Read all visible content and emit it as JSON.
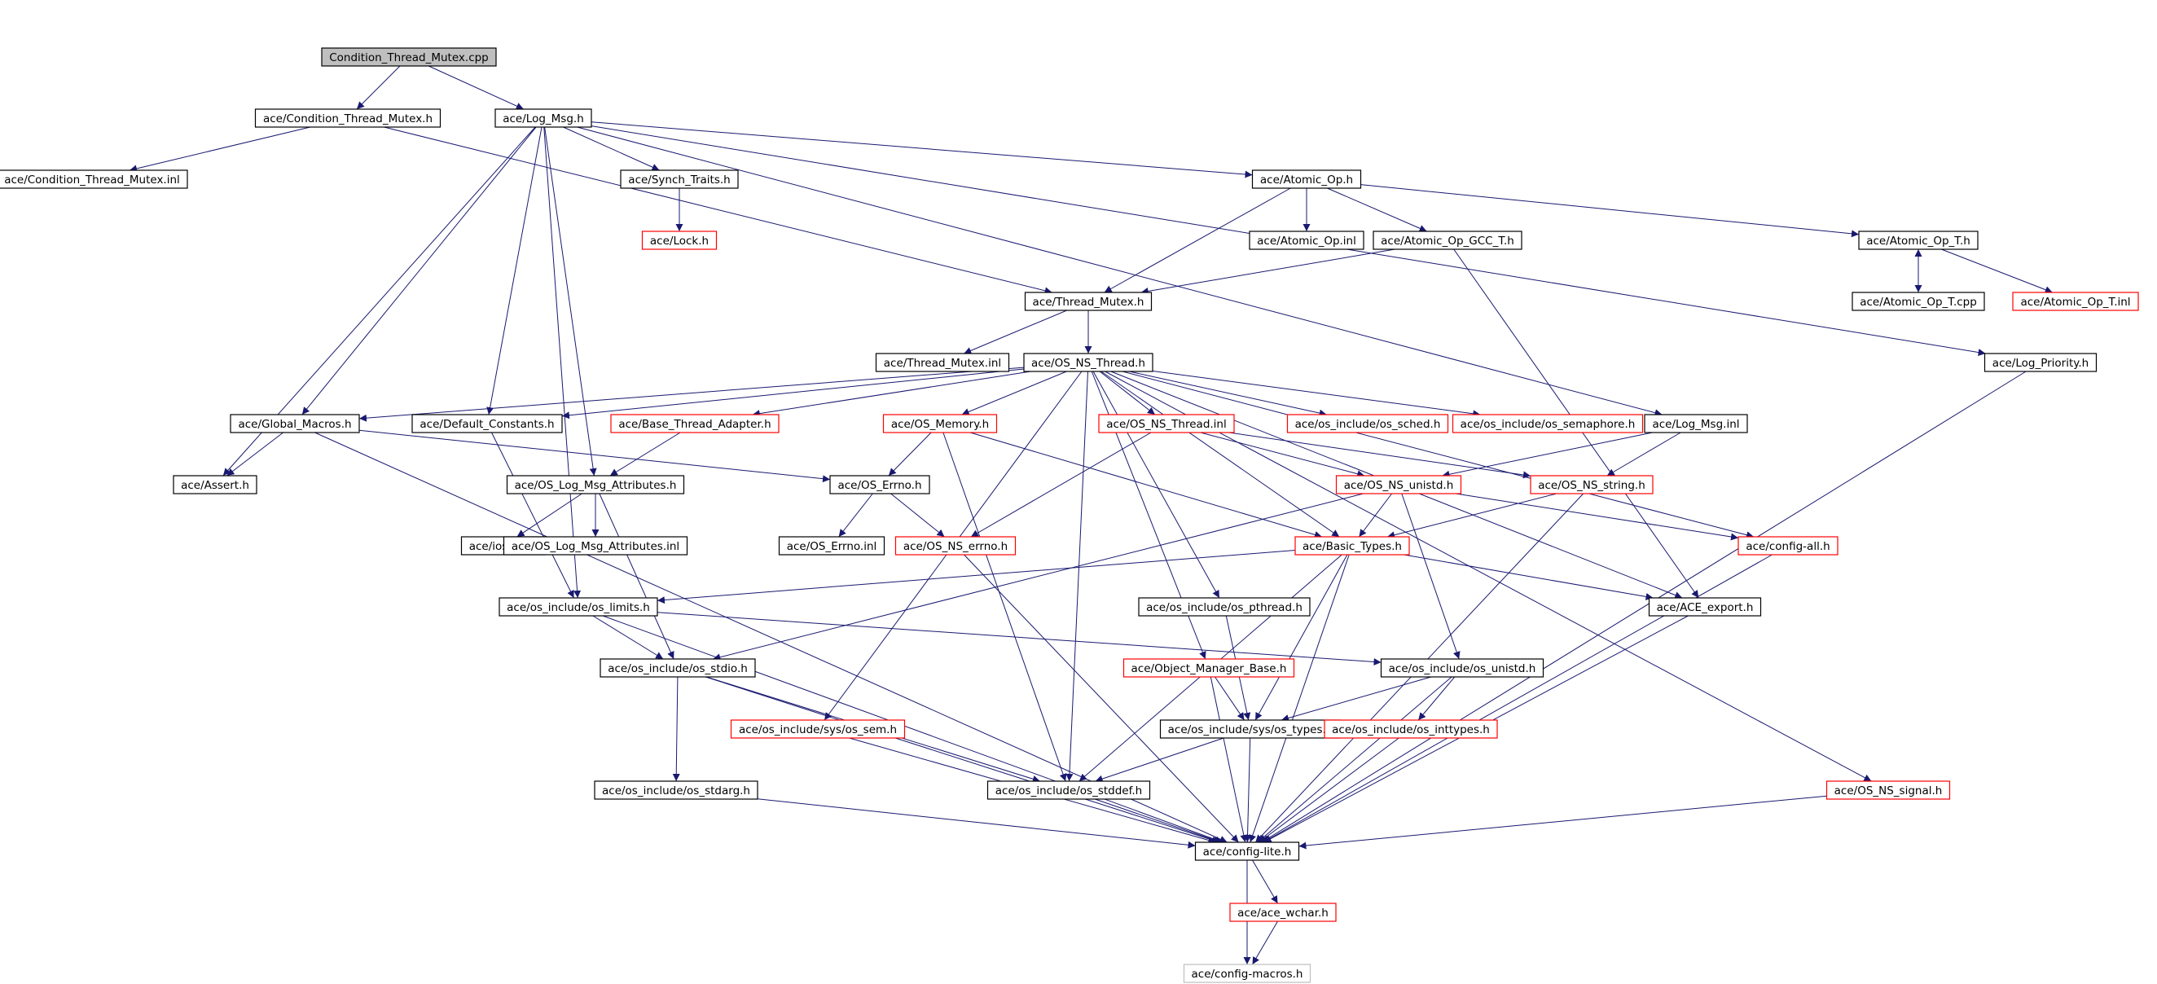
{
  "colors": {
    "background": "#ffffff",
    "edge": "#191970",
    "border_documented": "#000000",
    "border_undocumented": "#ff0000",
    "border_truncated": "#bfbfbf",
    "root_fill": "#bfbfbf",
    "node_fill": "#ffffff",
    "text": "#000000"
  },
  "nodes": [
    {
      "id": "root",
      "label": "Condition_Thread_Mutex.cpp",
      "style": "root"
    },
    {
      "id": "ctm_h",
      "label": "ace/Condition_Thread_Mutex.h",
      "style": "doc"
    },
    {
      "id": "logmsg_h",
      "label": "ace/Log_Msg.h",
      "style": "doc"
    },
    {
      "id": "ctm_inl",
      "label": "ace/Condition_Thread_Mutex.inl",
      "style": "doc"
    },
    {
      "id": "synch_traits",
      "label": "ace/Synch_Traits.h",
      "style": "doc"
    },
    {
      "id": "atomic_op_h",
      "label": "ace/Atomic_Op.h",
      "style": "doc"
    },
    {
      "id": "lock_h",
      "label": "ace/Lock.h",
      "style": "undoc"
    },
    {
      "id": "atomic_op_inl",
      "label": "ace/Atomic_Op.inl",
      "style": "doc"
    },
    {
      "id": "atomic_gcc",
      "label": "ace/Atomic_Op_GCC_T.h",
      "style": "doc"
    },
    {
      "id": "atomic_op_t_h",
      "label": "ace/Atomic_Op_T.h",
      "style": "doc"
    },
    {
      "id": "thread_mutex_h",
      "label": "ace/Thread_Mutex.h",
      "style": "doc"
    },
    {
      "id": "atomic_op_t_cpp",
      "label": "ace/Atomic_Op_T.cpp",
      "style": "doc"
    },
    {
      "id": "atomic_op_t_inl",
      "label": "ace/Atomic_Op_T.inl",
      "style": "undoc"
    },
    {
      "id": "thread_mutex_inl",
      "label": "ace/Thread_Mutex.inl",
      "style": "doc"
    },
    {
      "id": "os_ns_thread_h",
      "label": "ace/OS_NS_Thread.h",
      "style": "doc"
    },
    {
      "id": "log_priority",
      "label": "ace/Log_Priority.h",
      "style": "doc"
    },
    {
      "id": "global_macros",
      "label": "ace/Global_Macros.h",
      "style": "doc"
    },
    {
      "id": "default_constants",
      "label": "ace/Default_Constants.h",
      "style": "doc"
    },
    {
      "id": "base_thread_adapter",
      "label": "ace/Base_Thread_Adapter.h",
      "style": "undoc"
    },
    {
      "id": "os_memory",
      "label": "ace/OS_Memory.h",
      "style": "undoc"
    },
    {
      "id": "os_ns_thread_inl",
      "label": "ace/OS_NS_Thread.inl",
      "style": "undoc"
    },
    {
      "id": "os_sched",
      "label": "ace/os_include/os_sched.h",
      "style": "undoc"
    },
    {
      "id": "os_semaphore",
      "label": "ace/os_include/os_semaphore.h",
      "style": "undoc"
    },
    {
      "id": "log_msg_inl",
      "label": "ace/Log_Msg.inl",
      "style": "doc"
    },
    {
      "id": "assert_h",
      "label": "ace/Assert.h",
      "style": "doc"
    },
    {
      "id": "os_log_msg_attr",
      "label": "ace/OS_Log_Msg_Attributes.h",
      "style": "doc"
    },
    {
      "id": "os_errno",
      "label": "ace/OS_Errno.h",
      "style": "doc"
    },
    {
      "id": "os_ns_unistd",
      "label": "ace/OS_NS_unistd.h",
      "style": "undoc"
    },
    {
      "id": "os_ns_string",
      "label": "ace/OS_NS_string.h",
      "style": "undoc"
    },
    {
      "id": "iosfwd",
      "label": "ace/iosfwd.h",
      "style": "doc"
    },
    {
      "id": "os_log_msg_attr_inl",
      "label": "ace/OS_Log_Msg_Attributes.inl",
      "style": "doc"
    },
    {
      "id": "os_errno_inl",
      "label": "ace/OS_Errno.inl",
      "style": "doc"
    },
    {
      "id": "os_ns_errno",
      "label": "ace/OS_NS_errno.h",
      "style": "undoc"
    },
    {
      "id": "basic_types",
      "label": "ace/Basic_Types.h",
      "style": "undoc"
    },
    {
      "id": "config_all",
      "label": "ace/config-all.h",
      "style": "undoc"
    },
    {
      "id": "os_limits",
      "label": "ace/os_include/os_limits.h",
      "style": "doc"
    },
    {
      "id": "os_pthread",
      "label": "ace/os_include/os_pthread.h",
      "style": "doc"
    },
    {
      "id": "ace_export",
      "label": "ace/ACE_export.h",
      "style": "doc"
    },
    {
      "id": "os_stdio",
      "label": "ace/os_include/os_stdio.h",
      "style": "doc"
    },
    {
      "id": "object_manager_base",
      "label": "ace/Object_Manager_Base.h",
      "style": "undoc"
    },
    {
      "id": "os_unistd",
      "label": "ace/os_include/os_unistd.h",
      "style": "doc"
    },
    {
      "id": "os_sem",
      "label": "ace/os_include/sys/os_sem.h",
      "style": "undoc"
    },
    {
      "id": "os_types",
      "label": "ace/os_include/sys/os_types.h",
      "style": "doc"
    },
    {
      "id": "os_inttypes",
      "label": "ace/os_include/os_inttypes.h",
      "style": "undoc"
    },
    {
      "id": "os_stdarg",
      "label": "ace/os_include/os_stdarg.h",
      "style": "doc"
    },
    {
      "id": "os_stddef",
      "label": "ace/os_include/os_stddef.h",
      "style": "doc"
    },
    {
      "id": "os_ns_signal",
      "label": "ace/OS_NS_signal.h",
      "style": "undoc"
    },
    {
      "id": "config_lite",
      "label": "ace/config-lite.h",
      "style": "doc"
    },
    {
      "id": "ace_wchar",
      "label": "ace/ace_wchar.h",
      "style": "undoc"
    },
    {
      "id": "config_macros",
      "label": "ace/config-macros.h",
      "style": "trunc"
    }
  ],
  "edges": [
    [
      "root",
      "ctm_h"
    ],
    [
      "root",
      "logmsg_h"
    ],
    [
      "ctm_h",
      "ctm_inl"
    ],
    [
      "ctm_h",
      "thread_mutex_h"
    ],
    [
      "logmsg_h",
      "synch_traits"
    ],
    [
      "logmsg_h",
      "atomic_op_h"
    ],
    [
      "logmsg_h",
      "log_priority"
    ],
    [
      "logmsg_h",
      "global_macros"
    ],
    [
      "logmsg_h",
      "default_constants"
    ],
    [
      "logmsg_h",
      "assert_h"
    ],
    [
      "logmsg_h",
      "os_log_msg_attr"
    ],
    [
      "logmsg_h",
      "os_limits"
    ],
    [
      "logmsg_h",
      "log_msg_inl"
    ],
    [
      "synch_traits",
      "lock_h"
    ],
    [
      "atomic_op_h",
      "thread_mutex_h"
    ],
    [
      "atomic_op_h",
      "atomic_op_inl"
    ],
    [
      "atomic_op_h",
      "atomic_gcc"
    ],
    [
      "atomic_op_h",
      "atomic_op_t_h"
    ],
    [
      "atomic_gcc",
      "thread_mutex_h"
    ],
    [
      "atomic_gcc",
      "ace_export"
    ],
    [
      "atomic_op_t_h",
      "atomic_op_t_cpp"
    ],
    [
      "atomic_op_t_cpp",
      "atomic_op_t_h"
    ],
    [
      "atomic_op_t_h",
      "atomic_op_t_inl"
    ],
    [
      "thread_mutex_h",
      "thread_mutex_inl"
    ],
    [
      "thread_mutex_h",
      "os_ns_thread_h"
    ],
    [
      "os_ns_thread_h",
      "global_macros"
    ],
    [
      "os_ns_thread_h",
      "default_constants"
    ],
    [
      "os_ns_thread_h",
      "base_thread_adapter"
    ],
    [
      "os_ns_thread_h",
      "os_memory"
    ],
    [
      "os_ns_thread_h",
      "os_ns_thread_inl"
    ],
    [
      "os_ns_thread_h",
      "os_sched"
    ],
    [
      "os_ns_thread_h",
      "os_semaphore"
    ],
    [
      "os_ns_thread_h",
      "config_all"
    ],
    [
      "os_ns_thread_h",
      "ace_export"
    ],
    [
      "os_ns_thread_h",
      "os_ns_signal"
    ],
    [
      "os_ns_thread_h",
      "basic_types"
    ],
    [
      "os_ns_thread_h",
      "os_pthread"
    ],
    [
      "os_ns_thread_h",
      "object_manager_base"
    ],
    [
      "os_ns_thread_h",
      "os_sem"
    ],
    [
      "os_ns_thread_h",
      "os_stddef"
    ],
    [
      "log_priority",
      "config_lite"
    ],
    [
      "global_macros",
      "assert_h"
    ],
    [
      "global_macros",
      "os_errno"
    ],
    [
      "global_macros",
      "config_lite"
    ],
    [
      "default_constants",
      "os_limits"
    ],
    [
      "base_thread_adapter",
      "os_log_msg_attr"
    ],
    [
      "os_memory",
      "os_errno"
    ],
    [
      "os_memory",
      "basic_types"
    ],
    [
      "os_memory",
      "os_stddef"
    ],
    [
      "os_ns_thread_inl",
      "os_ns_unistd"
    ],
    [
      "os_ns_thread_inl",
      "os_ns_errno"
    ],
    [
      "os_ns_thread_inl",
      "os_ns_string"
    ],
    [
      "log_msg_inl",
      "os_ns_unistd"
    ],
    [
      "log_msg_inl",
      "os_ns_string"
    ],
    [
      "os_log_msg_attr",
      "iosfwd"
    ],
    [
      "os_log_msg_attr",
      "os_log_msg_attr_inl"
    ],
    [
      "os_log_msg_attr",
      "os_stdio"
    ],
    [
      "os_errno",
      "os_errno_inl"
    ],
    [
      "os_errno",
      "os_ns_errno"
    ],
    [
      "os_ns_unistd",
      "basic_types"
    ],
    [
      "os_ns_unistd",
      "config_all"
    ],
    [
      "os_ns_unistd",
      "os_unistd"
    ],
    [
      "os_ns_unistd",
      "os_stdio"
    ],
    [
      "os_ns_string",
      "basic_types"
    ],
    [
      "os_ns_string",
      "config_lite"
    ],
    [
      "os_ns_errno",
      "config_lite"
    ],
    [
      "basic_types",
      "os_limits"
    ],
    [
      "basic_types",
      "ace_export"
    ],
    [
      "basic_types",
      "os_types"
    ],
    [
      "basic_types",
      "os_stddef"
    ],
    [
      "basic_types",
      "config_lite"
    ],
    [
      "config_all",
      "config_lite"
    ],
    [
      "os_limits",
      "os_stdio"
    ],
    [
      "os_limits",
      "os_unistd"
    ],
    [
      "os_limits",
      "config_lite"
    ],
    [
      "os_pthread",
      "os_types"
    ],
    [
      "ace_export",
      "config_lite"
    ],
    [
      "os_stdio",
      "os_stdarg"
    ],
    [
      "os_stdio",
      "os_stddef"
    ],
    [
      "os_stdio",
      "config_lite"
    ],
    [
      "object_manager_base",
      "os_types"
    ],
    [
      "object_manager_base",
      "config_lite"
    ],
    [
      "os_unistd",
      "os_types"
    ],
    [
      "os_unistd",
      "os_inttypes"
    ],
    [
      "os_unistd",
      "config_lite"
    ],
    [
      "os_sem",
      "config_lite"
    ],
    [
      "os_types",
      "os_stddef"
    ],
    [
      "os_types",
      "config_lite"
    ],
    [
      "os_inttypes",
      "config_lite"
    ],
    [
      "os_stdarg",
      "config_lite"
    ],
    [
      "os_stddef",
      "config_lite"
    ],
    [
      "os_ns_signal",
      "config_lite"
    ],
    [
      "config_lite",
      "ace_wchar"
    ],
    [
      "config_lite",
      "config_macros"
    ],
    [
      "ace_wchar",
      "config_macros"
    ]
  ]
}
